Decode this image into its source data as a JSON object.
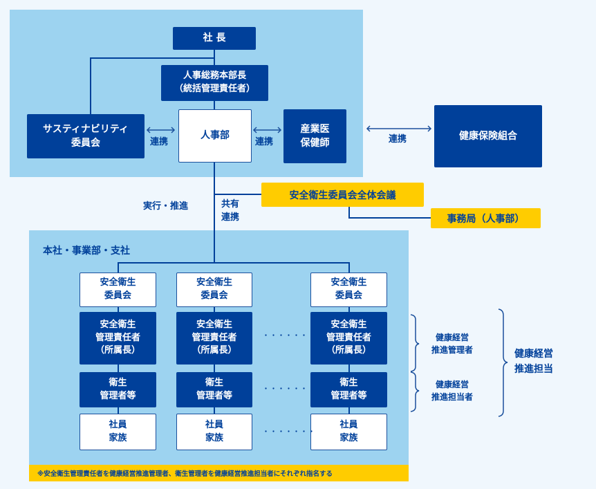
{
  "top": {
    "president": "社 長",
    "hr_exec_line1": "人事総務本部長",
    "hr_exec_line2": "（統括管理責任者）",
    "sustainability_line1": "サスティナビリティ",
    "sustainability_line2": "委員会",
    "hr_dept": "人事部",
    "occ_line1": "産業医",
    "occ_line2": "保健師",
    "link_left": "連携",
    "link_right": "連携"
  },
  "external": {
    "link": "連携",
    "health_insurance": "健康保険組合"
  },
  "middle": {
    "execute": "実行・推進",
    "share_line1": "共有",
    "share_line2": "連携",
    "plenary": "安全衛生委員会全体会議",
    "secretariat": "事務局（人事部）"
  },
  "branch": {
    "title": "本社・事業部・支社",
    "columns": [
      {
        "committee": [
          "安全衛生",
          "委員会"
        ],
        "manager": [
          "安全衛生",
          "管理責任者",
          "（所属長）"
        ],
        "hygiene": [
          "衛生",
          "管理者等"
        ],
        "staff": [
          "社員",
          "家族"
        ]
      },
      {
        "committee": [
          "安全衛生",
          "委員会"
        ],
        "manager": [
          "安全衛生",
          "管理責任者",
          "（所属長）"
        ],
        "hygiene": [
          "衛生",
          "管理者等"
        ],
        "staff": [
          "社員",
          "家族"
        ]
      },
      {
        "committee": [
          "安全衛生",
          "委員会"
        ],
        "manager": [
          "安全衛生",
          "管理責任者",
          "（所属長）"
        ],
        "hygiene": [
          "衛生",
          "管理者等"
        ],
        "staff": [
          "社員",
          "家族"
        ]
      }
    ],
    "ellipsis": "・・・・・・・",
    "note": "※安全衛生管理責任者を健康経営推進管理者、衛生管理者を健康経営推進担当者にそれぞれ指名する"
  },
  "roles": {
    "manager_line1": "健康経営",
    "manager_line2": "推進管理者",
    "staff_line1": "健康経営",
    "staff_line2": "推進担当者",
    "overall_line1": "健康経営",
    "overall_line2": "推進担当"
  }
}
